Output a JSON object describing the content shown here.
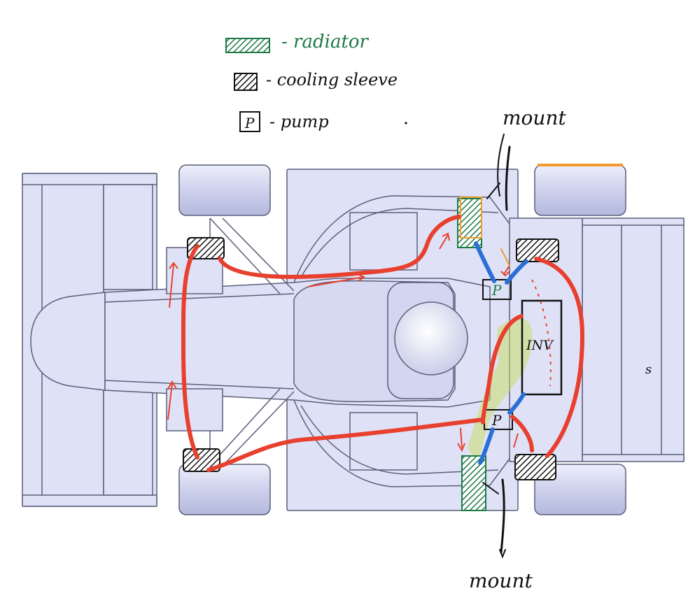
{
  "legend": {
    "radiator_label": "- radiator",
    "sleeve_label": "- cooling sleeve",
    "pump_symbol": "P",
    "pump_label": "- pump"
  },
  "annotations": {
    "mount_top": "mount",
    "mount_bottom": "mount",
    "inverter": "INV",
    "pump_top": "P",
    "pump_bottom": "P",
    "rear_mark": "s"
  },
  "colors": {
    "chassis_fill": "#dfe2f7",
    "chassis_line": "#5a5f7a",
    "coolant_hot": "#e8402f",
    "coolant_cold": "#2a6fd6",
    "radiator": "#1e7a45",
    "highlight": "#c7dc6a",
    "ink": "#111111",
    "accent_orange": "#f29a2e"
  }
}
